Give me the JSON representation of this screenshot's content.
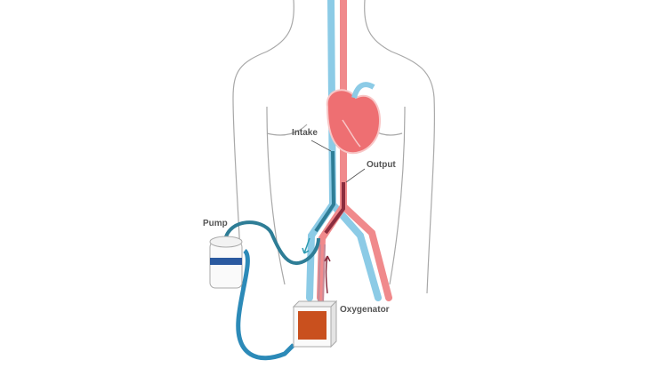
{
  "labels": {
    "intake": "Intake",
    "output": "Output",
    "pump": "Pump",
    "oxygenator": "Oxygenator"
  },
  "colors": {
    "vein": "#8ccbe6",
    "artery": "#f08a8c",
    "heart": "#ee6f72",
    "cannula_venous": "#2e7d96",
    "cannula_arterial": "#8b2d3e",
    "tube": "#2c8ab8",
    "oxygenator_core": "#c9501e",
    "pump_band": "#2b5aa0",
    "outline": "#9a9a9a"
  }
}
